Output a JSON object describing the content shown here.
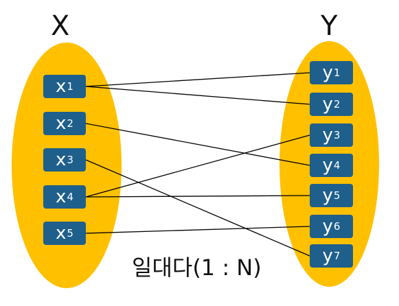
{
  "title": "일대다(1 : N)",
  "set_x": {
    "label": "X",
    "elements": [
      {
        "base": "x",
        "sub": "1"
      },
      {
        "base": "x",
        "sub": "2"
      },
      {
        "base": "x",
        "sub": "3"
      },
      {
        "base": "x",
        "sub": "4"
      },
      {
        "base": "x",
        "sub": "5"
      }
    ]
  },
  "set_y": {
    "label": "Y",
    "elements": [
      {
        "base": "y",
        "sub": "1"
      },
      {
        "base": "y",
        "sub": "2"
      },
      {
        "base": "y",
        "sub": "3"
      },
      {
        "base": "y",
        "sub": "4"
      },
      {
        "base": "y",
        "sub": "5"
      },
      {
        "base": "y",
        "sub": "6"
      },
      {
        "base": "y",
        "sub": "7"
      }
    ]
  },
  "mappings": [
    {
      "from": "x1",
      "to": "y1"
    },
    {
      "from": "x1",
      "to": "y2"
    },
    {
      "from": "x2",
      "to": "y4"
    },
    {
      "from": "x3",
      "to": "y7"
    },
    {
      "from": "x4",
      "to": "y3"
    },
    {
      "from": "x4",
      "to": "y5"
    },
    {
      "from": "x5",
      "to": "y6"
    }
  ],
  "colors": {
    "ellipse": "#FFC000",
    "node": "#1F5F8B",
    "node_text": "#FFFFFF",
    "line": "#000000"
  }
}
